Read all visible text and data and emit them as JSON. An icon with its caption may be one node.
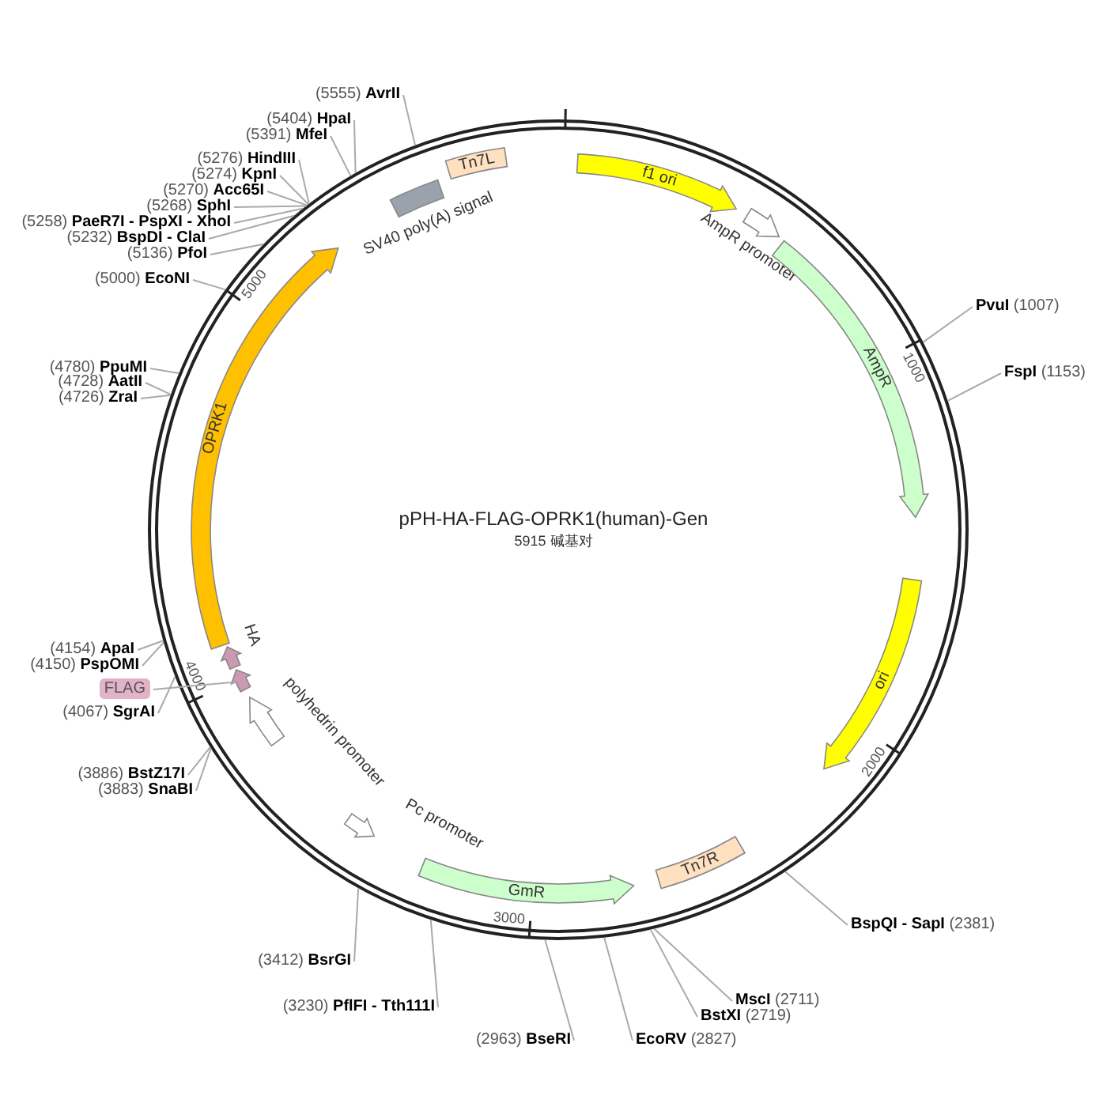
{
  "diagram": {
    "title": "pPH-HA-FLAG-OPRK1(human)-Gen",
    "caption": "5915 碱基对",
    "nodes": [
      {
        "text": [],
        "shape": "circle"
      },
      {
        "text": [
          "f1 ori"
        ],
        "in": 0
      },
      {
        "text": [
          "AmpR promoter"
        ],
        "in": 0
      },
      {
        "text": [
          "AmpR"
        ],
        "in": 0
      },
      {
        "text": [
          "ori"
        ],
        "in": 0
      },
      {
        "text": [
          "Tn7R"
        ],
        "in": 0
      },
      {
        "text": [
          "GmR"
        ],
        "in": 0
      },
      {
        "text": [
          "Pc promoter"
        ],
        "in": 0
      },
      {
        "text": [
          "polyhedrin promoter"
        ],
        "in": 0
      },
      {
        "text": [],
        "shape": "arrow",
        "in": 0
      },
      {
        "text": [
          "HA"
        ],
        "in": 0
      },
      {
        "text": [
          "OPRK1"
        ],
        "in": 0
      },
      {
        "text": [
          "SV40 poly(A) signal"
        ],
        "in": 0
      },
      {
        "text": [
          "Tn7L"
        ],
        "in": 0
      },
      {
        "text": [
          "FLAG"
        ]
      },
      {
        "text": [
          "**PvuI** (1007)"
        ]
      },
      {
        "text": [
          "**FspI** (1153)"
        ]
      },
      {
        "text": [
          "**BspQI - SapI** (2381)"
        ]
      },
      {
        "text": [
          "**MscI** (2711)"
        ]
      },
      {
        "text": [
          "**BstXI** (2719)"
        ]
      },
      {
        "text": [
          "**EcoRV** (2827)"
        ]
      },
      {
        "text": [
          "(2963) **BseRI**"
        ]
      },
      {
        "text": [
          "(3230) **PflFI - Tth111I**"
        ]
      },
      {
        "text": [
          "(3412) **BsrGI**"
        ]
      },
      {
        "text": [
          "(3883) **SnaBI**"
        ]
      },
      {
        "text": [
          "(3886) **BstZ17I**"
        ]
      },
      {
        "text": [
          "(4067) **SgrAI**"
        ]
      },
      {
        "text": [
          "(4150) **PspOMI**"
        ]
      },
      {
        "text": [
          "(4154) **ApaI**"
        ]
      },
      {
        "text": [
          "(4726) **ZraI**"
        ]
      },
      {
        "text": [
          "(4728) **AatII**"
        ]
      },
      {
        "text": [
          "(4780) **PpuMI**"
        ]
      },
      {
        "text": [
          "(5000) **EcoNI**"
        ]
      },
      {
        "text": [
          "(5136) **PfoI**"
        ]
      },
      {
        "text": [
          "(5232) **BspDI - ClaI**"
        ]
      },
      {
        "text": [
          "(5258) **PaeR7I - PspXI - XhoI**"
        ]
      },
      {
        "text": [
          "(5268) **SphI**"
        ]
      },
      {
        "text": [
          "(5270) **Acc65I**"
        ]
      },
      {
        "text": [
          "(5274) **KpnI**"
        ]
      },
      {
        "text": [
          "(5276) **HindIII**"
        ]
      },
      {
        "text": [
          "(5391) **MfeI**"
        ]
      },
      {
        "text": [
          "(5404) **HpaI**"
        ]
      },
      {
        "text": [
          "(5555) **AvrII**"
        ]
      }
    ],
    "edges": [
      {
        "from": 15,
        "to": 0,
        "arrow": "none"
      },
      {
        "from": 16,
        "to": 0,
        "arrow": "none"
      },
      {
        "from": 17,
        "to": 0,
        "arrow": "none"
      },
      {
        "from": 18,
        "to": 0,
        "arrow": "none"
      },
      {
        "from": 19,
        "to": 0,
        "arrow": "none"
      },
      {
        "from": 20,
        "to": 0,
        "arrow": "none"
      },
      {
        "from": 21,
        "to": 0,
        "arrow": "none"
      },
      {
        "from": 22,
        "to": 0,
        "arrow": "none"
      },
      {
        "from": 23,
        "to": 0,
        "arrow": "none"
      },
      {
        "from": 24,
        "to": 0,
        "arrow": "none"
      },
      {
        "from": 25,
        "to": 0,
        "arrow": "none"
      },
      {
        "from": 26,
        "to": 0,
        "arrow": "none"
      },
      {
        "from": 27,
        "to": 0,
        "arrow": "none"
      },
      {
        "from": 28,
        "to": 0,
        "arrow": "none"
      },
      {
        "from": 29,
        "to": 0,
        "arrow": "none"
      },
      {
        "from": 30,
        "to": 0,
        "arrow": "none"
      },
      {
        "from": 31,
        "to": 0,
        "arrow": "none"
      },
      {
        "from": 32,
        "to": 0,
        "arrow": "none"
      },
      {
        "from": 33,
        "to": 0,
        "arrow": "none"
      },
      {
        "from": 34,
        "to": 0,
        "arrow": "none"
      },
      {
        "from": 35,
        "to": 0,
        "arrow": "none"
      },
      {
        "from": 36,
        "to": 0,
        "arrow": "none"
      },
      {
        "from": 37,
        "to": 0,
        "arrow": "none"
      },
      {
        "from": 38,
        "to": 0,
        "arrow": "none"
      },
      {
        "from": 39,
        "to": 0,
        "arrow": "none"
      },
      {
        "from": 40,
        "to": 0,
        "arrow": "none"
      },
      {
        "from": 41,
        "to": 0,
        "arrow": "none"
      },
      {
        "from": 42,
        "to": 0,
        "arrow": "none"
      },
      {
        "from": 14,
        "to": 9,
        "arrow": "none"
      }
    ],
    "labels": [
      "1000",
      "2000",
      "3000",
      "4000",
      "5000"
    ]
  }
}
